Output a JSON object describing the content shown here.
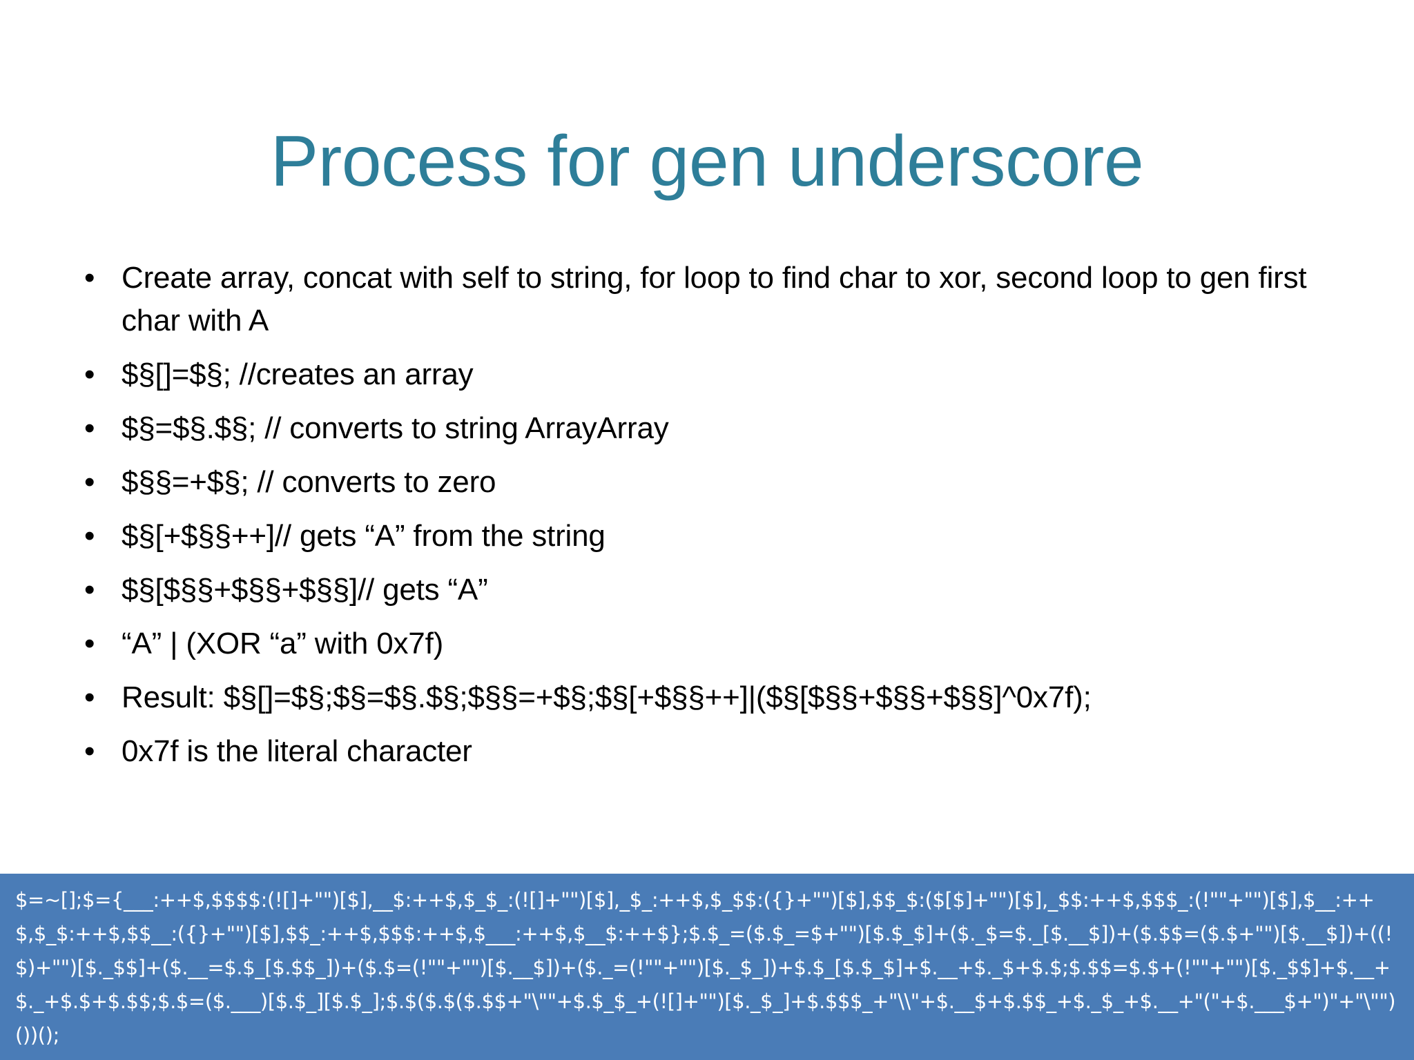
{
  "slide": {
    "title": "Process for gen underscore",
    "title_color": "#2E7E99",
    "background_color": "#FFFFFF",
    "body_text_color": "#000000",
    "bullet_glyph": "•"
  },
  "bullets": [
    {
      "text": "Create array, concat with self to string, for loop to find char to xor, second loop to gen first char with A"
    },
    {
      "text": "$§[]=$§; //creates an array"
    },
    {
      "text": "$§=$§.$§; // converts to string ArrayArray"
    },
    {
      "text": "$§§=+$§; // converts to zero"
    },
    {
      "text": "$§[+$§§++]// gets “A” from the string"
    },
    {
      "text": "$§[$§§+$§§+$§§]// gets “A”"
    },
    {
      "text": "“A” | (XOR “a” with 0x7f)"
    },
    {
      "text": "Result: $§[]=$§;$§=$§.$§;$§§=+$§;$§[+$§§++]|($§[$§§+$§§+$§§]^0x7f);"
    },
    {
      "text": "0x7f is the literal character"
    }
  ],
  "code_band": {
    "background_color": "#4A7CB7",
    "text_color": "#FFFFFF",
    "code": "$=~[];$={___:++$,$$$$:(![]+\"\")[$],__$:++$,$_$_:(![]+\"\")[$],_$_:++$,$_$$:({}+\"\")[$],$$_$:($[$]+\"\")[$],_$$:++$,$$$_:(!\"\"+\"\")[$],$__:++$,$_$:++$,$$__:({}+\"\")[$],$$_:++$,$$$:++$,$___:++$,$__$:++$};$.$_=($.$_=$+\"\")[$.$_$]+($._$=$._[$.__$])+($.$$=($.$+\"\")[$.__$])+((!$)+\"\")[$._$$]+($.__=$.$_[$.$$_])+($.$=(!\"\"+\"\")[$.__$])+($._=(!\"\"+\"\")[$._$_])+$.$_[$.$_$]+$.__+$._$+$.$;$.$$=$.$+(!\"\"+\"\")[$._$$]+$.__+$._+$.$+$.$$;$.$=($.___)[$.$_][$.$_];$.$($.$($.$$+\"\\\"\"+$.$_$_+(![]+\"\")[$._$_]+$.$$$_+\"\\\\\"+$.__$+$.$$_+$._$_+$.__+\"(\"+$.___$+\")\"+\"\\\"\")())();"
  }
}
